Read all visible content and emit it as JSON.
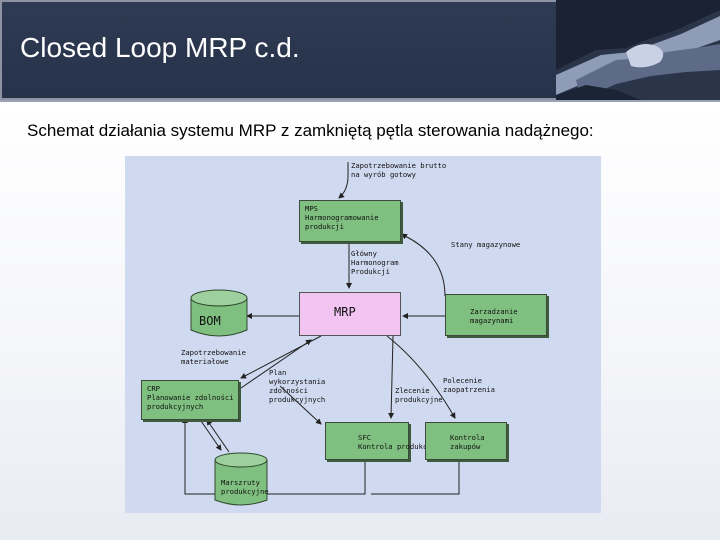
{
  "slide": {
    "title": "Closed Loop MRP c.d.",
    "subtitle": "Schemat działania systemu MRP z zamkniętą pętla sterowania nadążnego:"
  },
  "diagram": {
    "gross_demand": "Zapotrzebowanie brutto\nna wyrób gotowy",
    "mps": "MPS\nHarmonogramowanie\nprodukcji",
    "inventory_status": "Stany magazynowe",
    "master_schedule": "Główny\nHarmonogram\nProdukcji",
    "bom": "BOM",
    "mrp": "MRP",
    "inventory_management": "Zarzadzanie\nmagazynami",
    "material_requirements": "Zapotrzebowanie\nmateriałowe",
    "capacity_plan": "Plan\nwykorzystania\nzdolności\nprodukcyjnych",
    "production_order": "Zlecenie\nprodukcyjne",
    "supply_order": "Polecenie\nzaopatrzenia",
    "crp": "CRP\nPlanowanie zdolności\nprodukcyjnych",
    "sfc": "SFC\nKontrola produkcji",
    "purchase_control": "Kontrola\nzakupów",
    "routings": "Marszruty\nprodukcyjne"
  },
  "colors": {
    "header_bg": "#2f3b52",
    "diagram_bg": "#cfd9ef",
    "box_green": "#7fbf7f",
    "box_pink": "#f2c4f2"
  },
  "header_image": "handshake-photo"
}
